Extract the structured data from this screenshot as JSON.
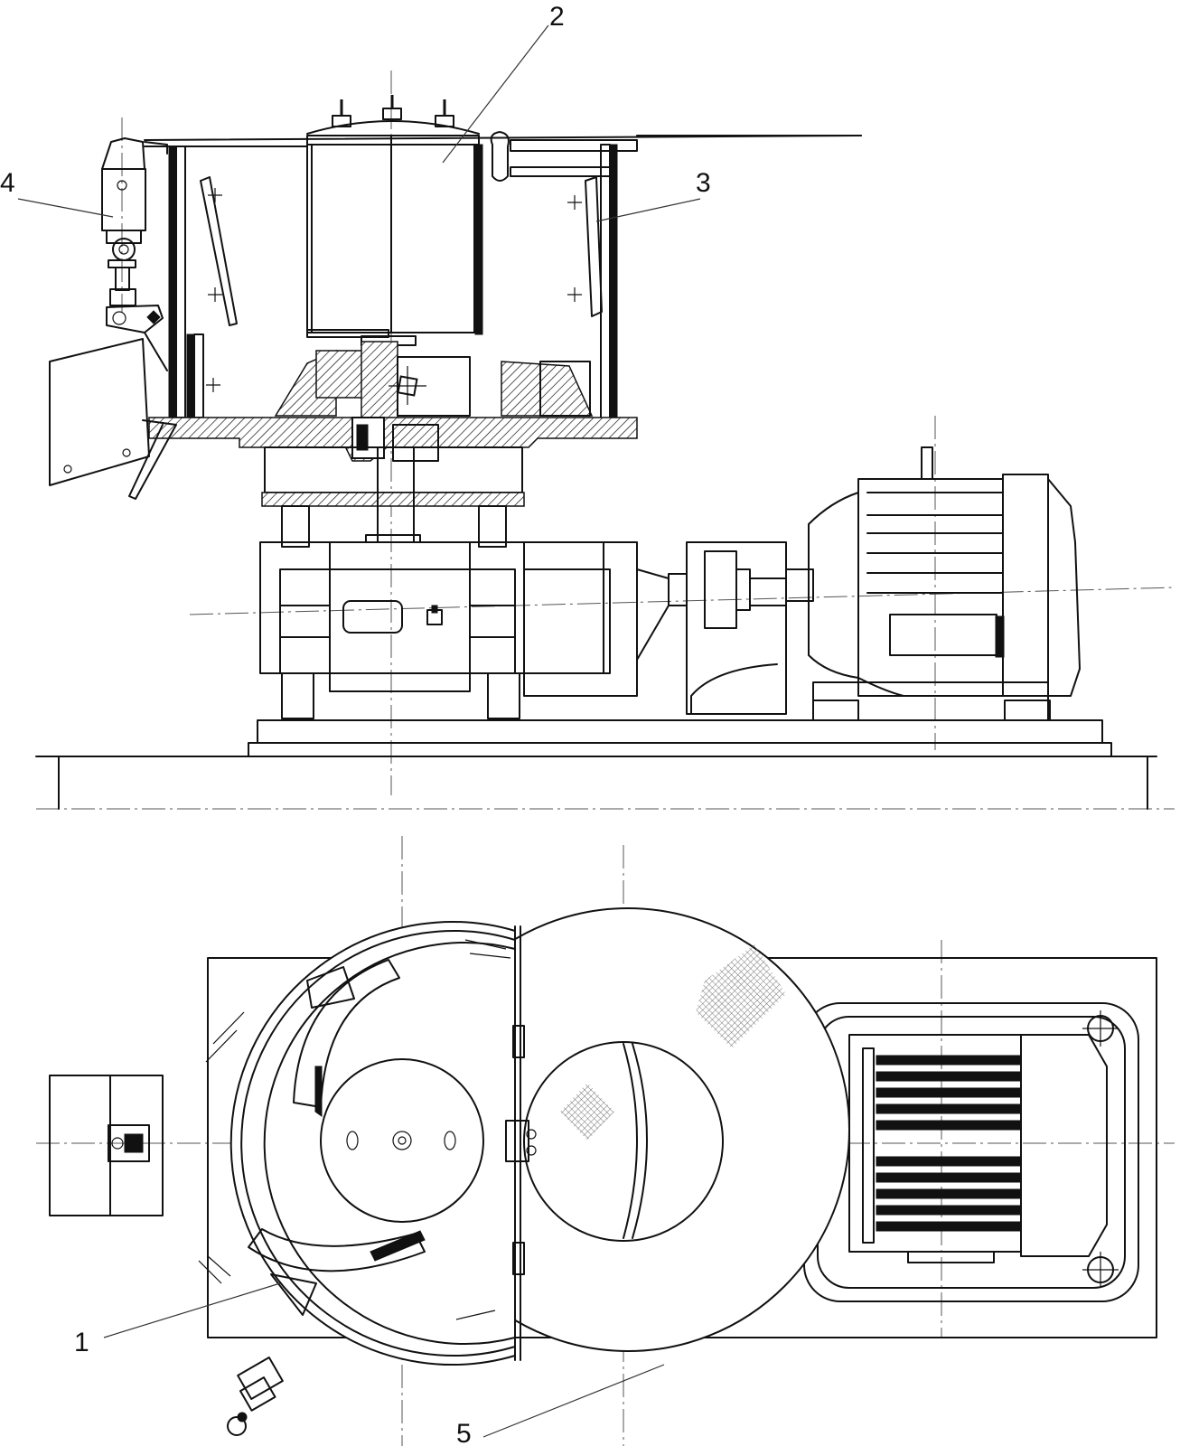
{
  "callouts": {
    "c1": "1",
    "c2": "2",
    "c3": "3",
    "c4": "4",
    "c5": "5"
  },
  "colors": {
    "line": "#111111",
    "axis": "#555555",
    "background": "#ffffff"
  }
}
